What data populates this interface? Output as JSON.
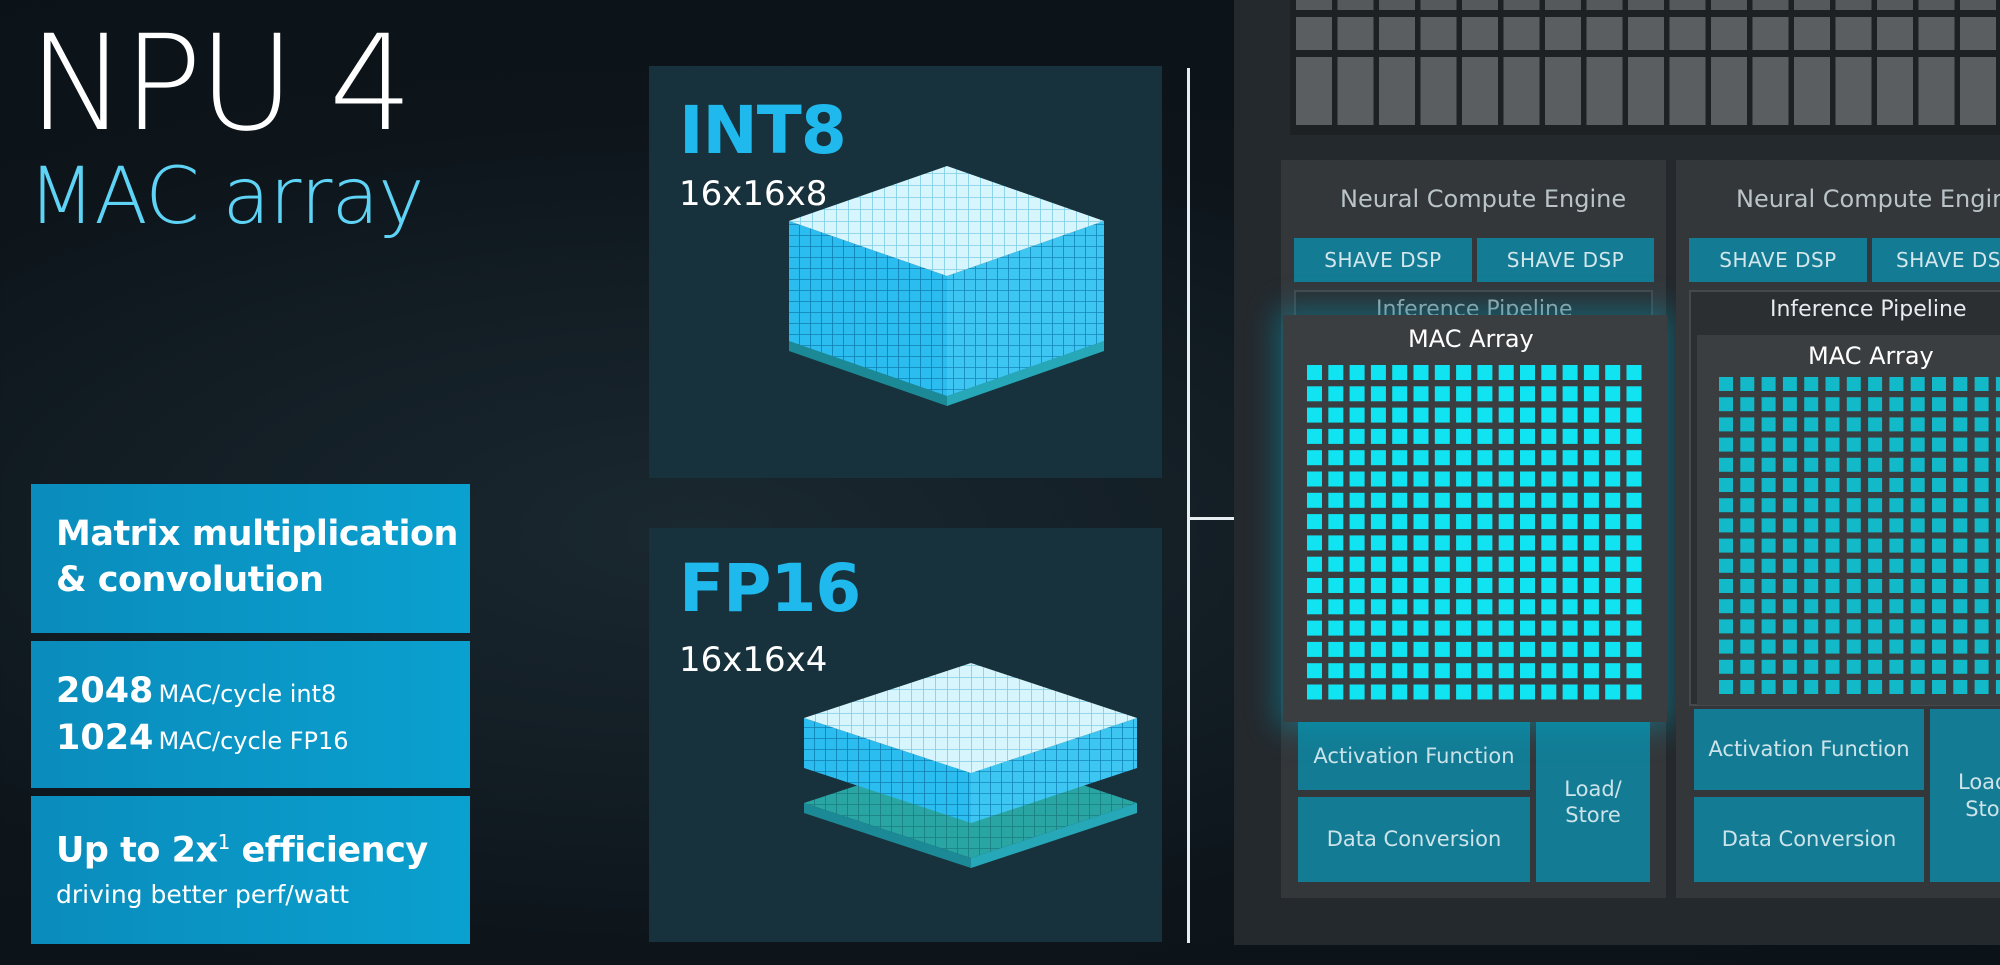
{
  "title": {
    "main": "NPU 4",
    "sub": "MAC array"
  },
  "info_boxes": [
    {
      "line1": "Matrix multiplication",
      "line2": "& convolution"
    },
    {
      "row1_num": "2048",
      "row1_text": "MAC/cycle int8",
      "row2_num": "1024",
      "row2_text": "MAC/cycle FP16"
    },
    {
      "head": "Up to 2x",
      "sup": "1",
      "head_tail": " efficiency",
      "sub": "driving better perf/watt"
    }
  ],
  "formats": [
    {
      "label": "INT8",
      "dims": "16x16x8"
    },
    {
      "label": "FP16",
      "dims": "16x16x4"
    }
  ],
  "chip": {
    "engines": [
      {
        "title": "Neural Compute Engine",
        "shave1": "SHAVE DSP",
        "shave2": "SHAVE DSP",
        "pipeline": "Inference Pipeline",
        "mac": "MAC Array",
        "activation": "Activation Function",
        "load_store": "Load/ Store",
        "data_conversion": "Data Conversion"
      },
      {
        "title": "Neural Compute Engine",
        "shave1": "SHAVE DSP",
        "shave2": "SHAVE DS",
        "pipeline": "Inference Pipeline",
        "mac": "MAC Array",
        "activation": "Activation Function",
        "load_store": "Load/ Stor",
        "data_conversion": "Data Conversion"
      }
    ]
  },
  "colors": {
    "accent": "#1fb9ee",
    "mac_cell": "#10e4f2",
    "box_blue": "#0a9ccb"
  }
}
